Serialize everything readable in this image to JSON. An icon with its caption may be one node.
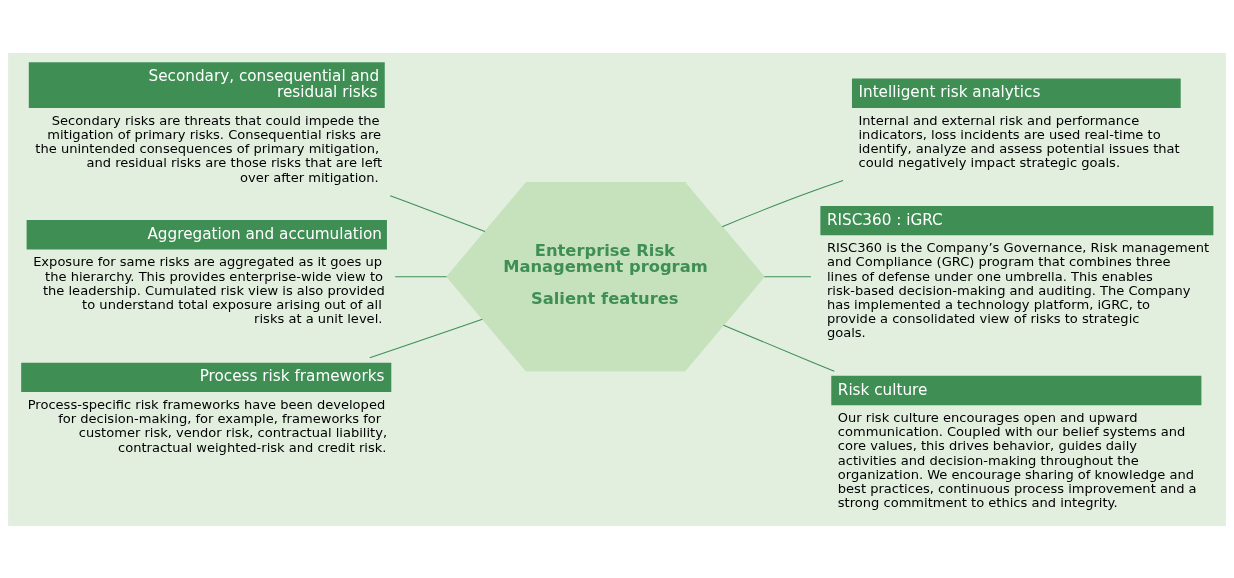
{
  "diagram": {
    "nodes": [
      {
        "text": [
          "Enterprise Risk Management program",
          "Salient features"
        ]
      },
      {
        "text": [
          "Secondary, consequential and residual risks"
        ],
        "beside": [
          "Secondary risks are threats that could impede the mitigation of primary risks. Consequential risks are the unintended consequences of primary mitigation, and residual risks are those risks that are left over after mitigation."
        ]
      },
      {
        "text": [
          "Aggregation and accumulation"
        ],
        "beside": [
          "Exposure for same risks are aggregated as it goes up the hierarchy. This provides enterprise-wide view to the leadership. Cumulated risk view is also provided to understand total exposure arising out of all risks at a unit level."
        ]
      },
      {
        "text": [
          "Process risk frameworks"
        ],
        "beside": [
          "Process-specific risk frameworks have been developed for decision-making, for example, frameworks for customer risk, vendor risk, contractual liability, contractual weighted-risk and credit risk."
        ]
      },
      {
        "text": [
          "Intelligent risk analytics"
        ],
        "beside": [
          "Internal and external risk and performance indicators, loss incidents are used real-time to identify, analyze and assess potential issues that could negatively impact strategic goals."
        ]
      },
      {
        "text": [
          "RISC360 : iGRC"
        ],
        "beside": [
          "RISC360 is the Company’s Governance, Risk management and Compliance (GRC) program that combines three lines of defense under one umbrella. This enables risk-based decision-making and auditing. The Company has implemented a technology platform, iGRC, to provide a consolidated view of risks to strategic goals."
        ]
      },
      {
        "text": [
          "Risk culture"
        ],
        "beside": [
          "Our risk culture encourages open and upward communication. Coupled with our belief systems and core values, this drives behavior, guides daily activities and decision-making throughout the organization. We encourage sharing of knowledge and best practices, continuous process improvement and a strong commitment to ethics and integrity."
        ]
      }
    ],
    "edges": [
      {
        "from": 1,
        "to": 0,
        "arrow": "none"
      },
      {
        "from": 2,
        "to": 0,
        "arrow": "none"
      },
      {
        "from": 3,
        "to": 0,
        "arrow": "none"
      },
      {
        "from": 0,
        "to": 4,
        "arrow": "none"
      },
      {
        "from": 0,
        "to": 5,
        "arrow": "none"
      },
      {
        "from": 0,
        "to": 6,
        "arrow": "none"
      }
    ]
  }
}
